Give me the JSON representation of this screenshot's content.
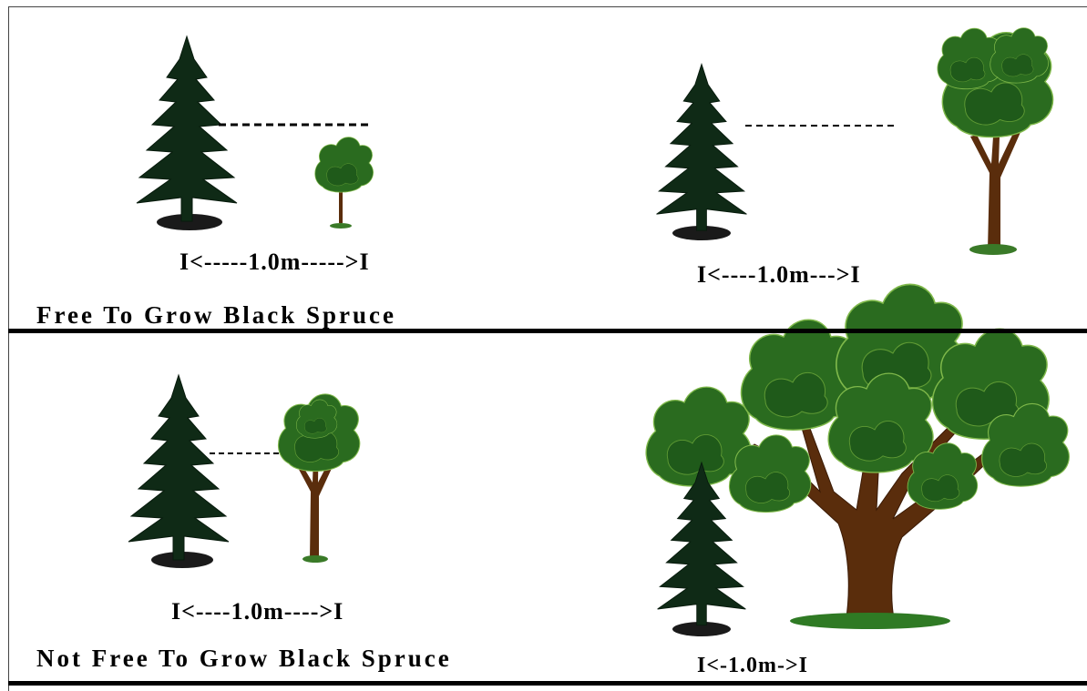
{
  "panels": {
    "top_left": {
      "measure": "I<-----1.0m----->I"
    },
    "top_right": {
      "measure": "I<----1.0m--->I"
    },
    "bottom_left": {
      "measure": "I<----1.0m---->I"
    },
    "bottom_right": {
      "measure": "I<-1.0m->I"
    }
  },
  "captions": {
    "free": "Free To Grow Black Spruce",
    "not_free": "Not Free To Grow Black Spruce"
  },
  "colors": {
    "spruce": "#0f2a16",
    "leaf_dark": "#1f5a1a",
    "leaf": "#2f7a24",
    "leaf_edge": "#7fb84a",
    "trunk": "#5a2d0c",
    "shadow": "#1a1a1a",
    "divider": "#000000"
  }
}
